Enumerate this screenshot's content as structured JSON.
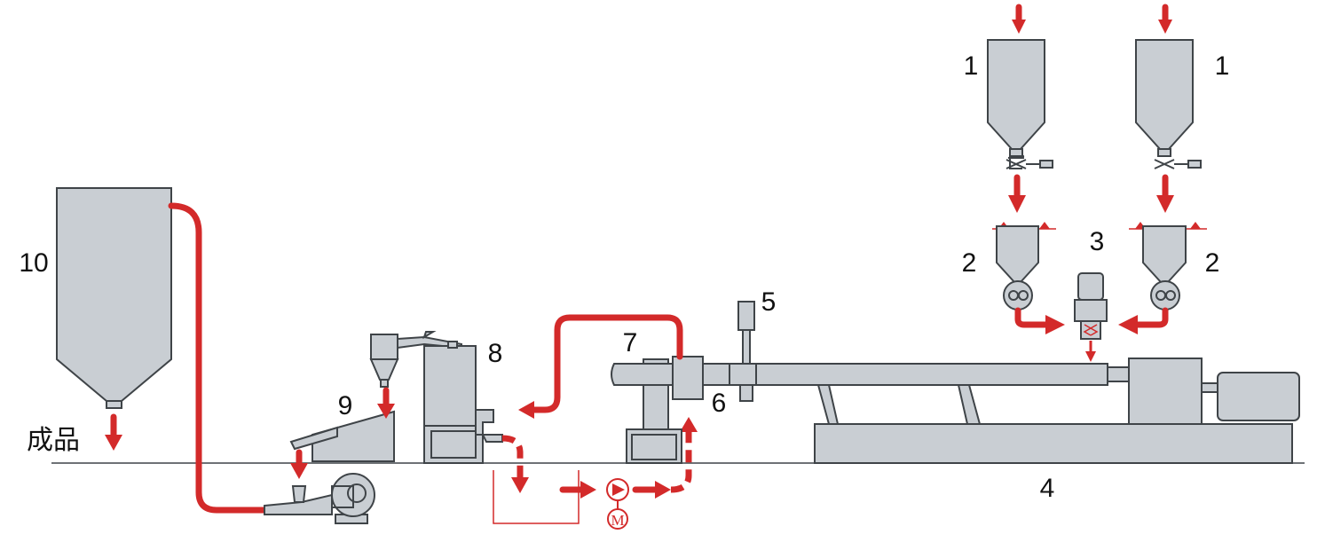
{
  "labels": {
    "hopper_left": "1",
    "hopper_right": "1",
    "feeder_left": "2",
    "feeder_right": "2",
    "side_feeder": "3",
    "extruder_base": "4",
    "vent_unit": "5",
    "die_head": "6",
    "cutter": "7",
    "dryer": "8",
    "vibrating_screen": "9",
    "product_silo": "10",
    "finished_product": "成品",
    "motor_symbol": "M"
  },
  "colors": {
    "equipment_fill": "#c9ced3",
    "equipment_outline": "#3f4448",
    "material_flow": "#d32a2a",
    "text": "#111111"
  },
  "icons": {
    "pump": "pump-symbol-icon",
    "motor": "motor-symbol-icon",
    "valve": "rotary-valve-icon",
    "blower": "blower-icon"
  }
}
